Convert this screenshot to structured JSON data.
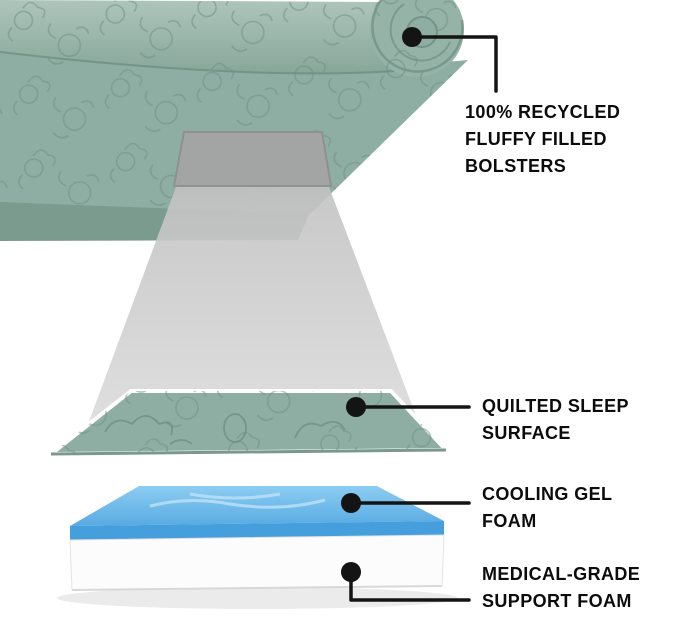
{
  "figure": {
    "type": "product-feature-infographic",
    "subject": "bolster pet bed with cooling gel foam cross-section",
    "background": "#ffffff"
  },
  "callouts": [
    {
      "id": "bolsters",
      "label": "100% RECYCLED FLUFFY FILLED BOLSTERS"
    },
    {
      "id": "sleep-surface",
      "label": "QUILTED SLEEP SURFACE"
    },
    {
      "id": "cooling-gel",
      "label": "COOLING GEL FOAM"
    },
    {
      "id": "support-foam",
      "label": "MEDICAL-GRADE SUPPORT FOAM"
    }
  ],
  "colors": {
    "bed_green": "#8FAEA3",
    "bed_green_dark": "#7C9B8F",
    "quilt_stitch": "#6F8F84",
    "highlight_gray": "#A5A5A5",
    "cone_gray": "#D6D6D6",
    "gel_blue_top": "#7CC0EC",
    "gel_blue_front": "#459FDC",
    "foam_white": "#FCFCFC",
    "callout_black": "#141414"
  }
}
